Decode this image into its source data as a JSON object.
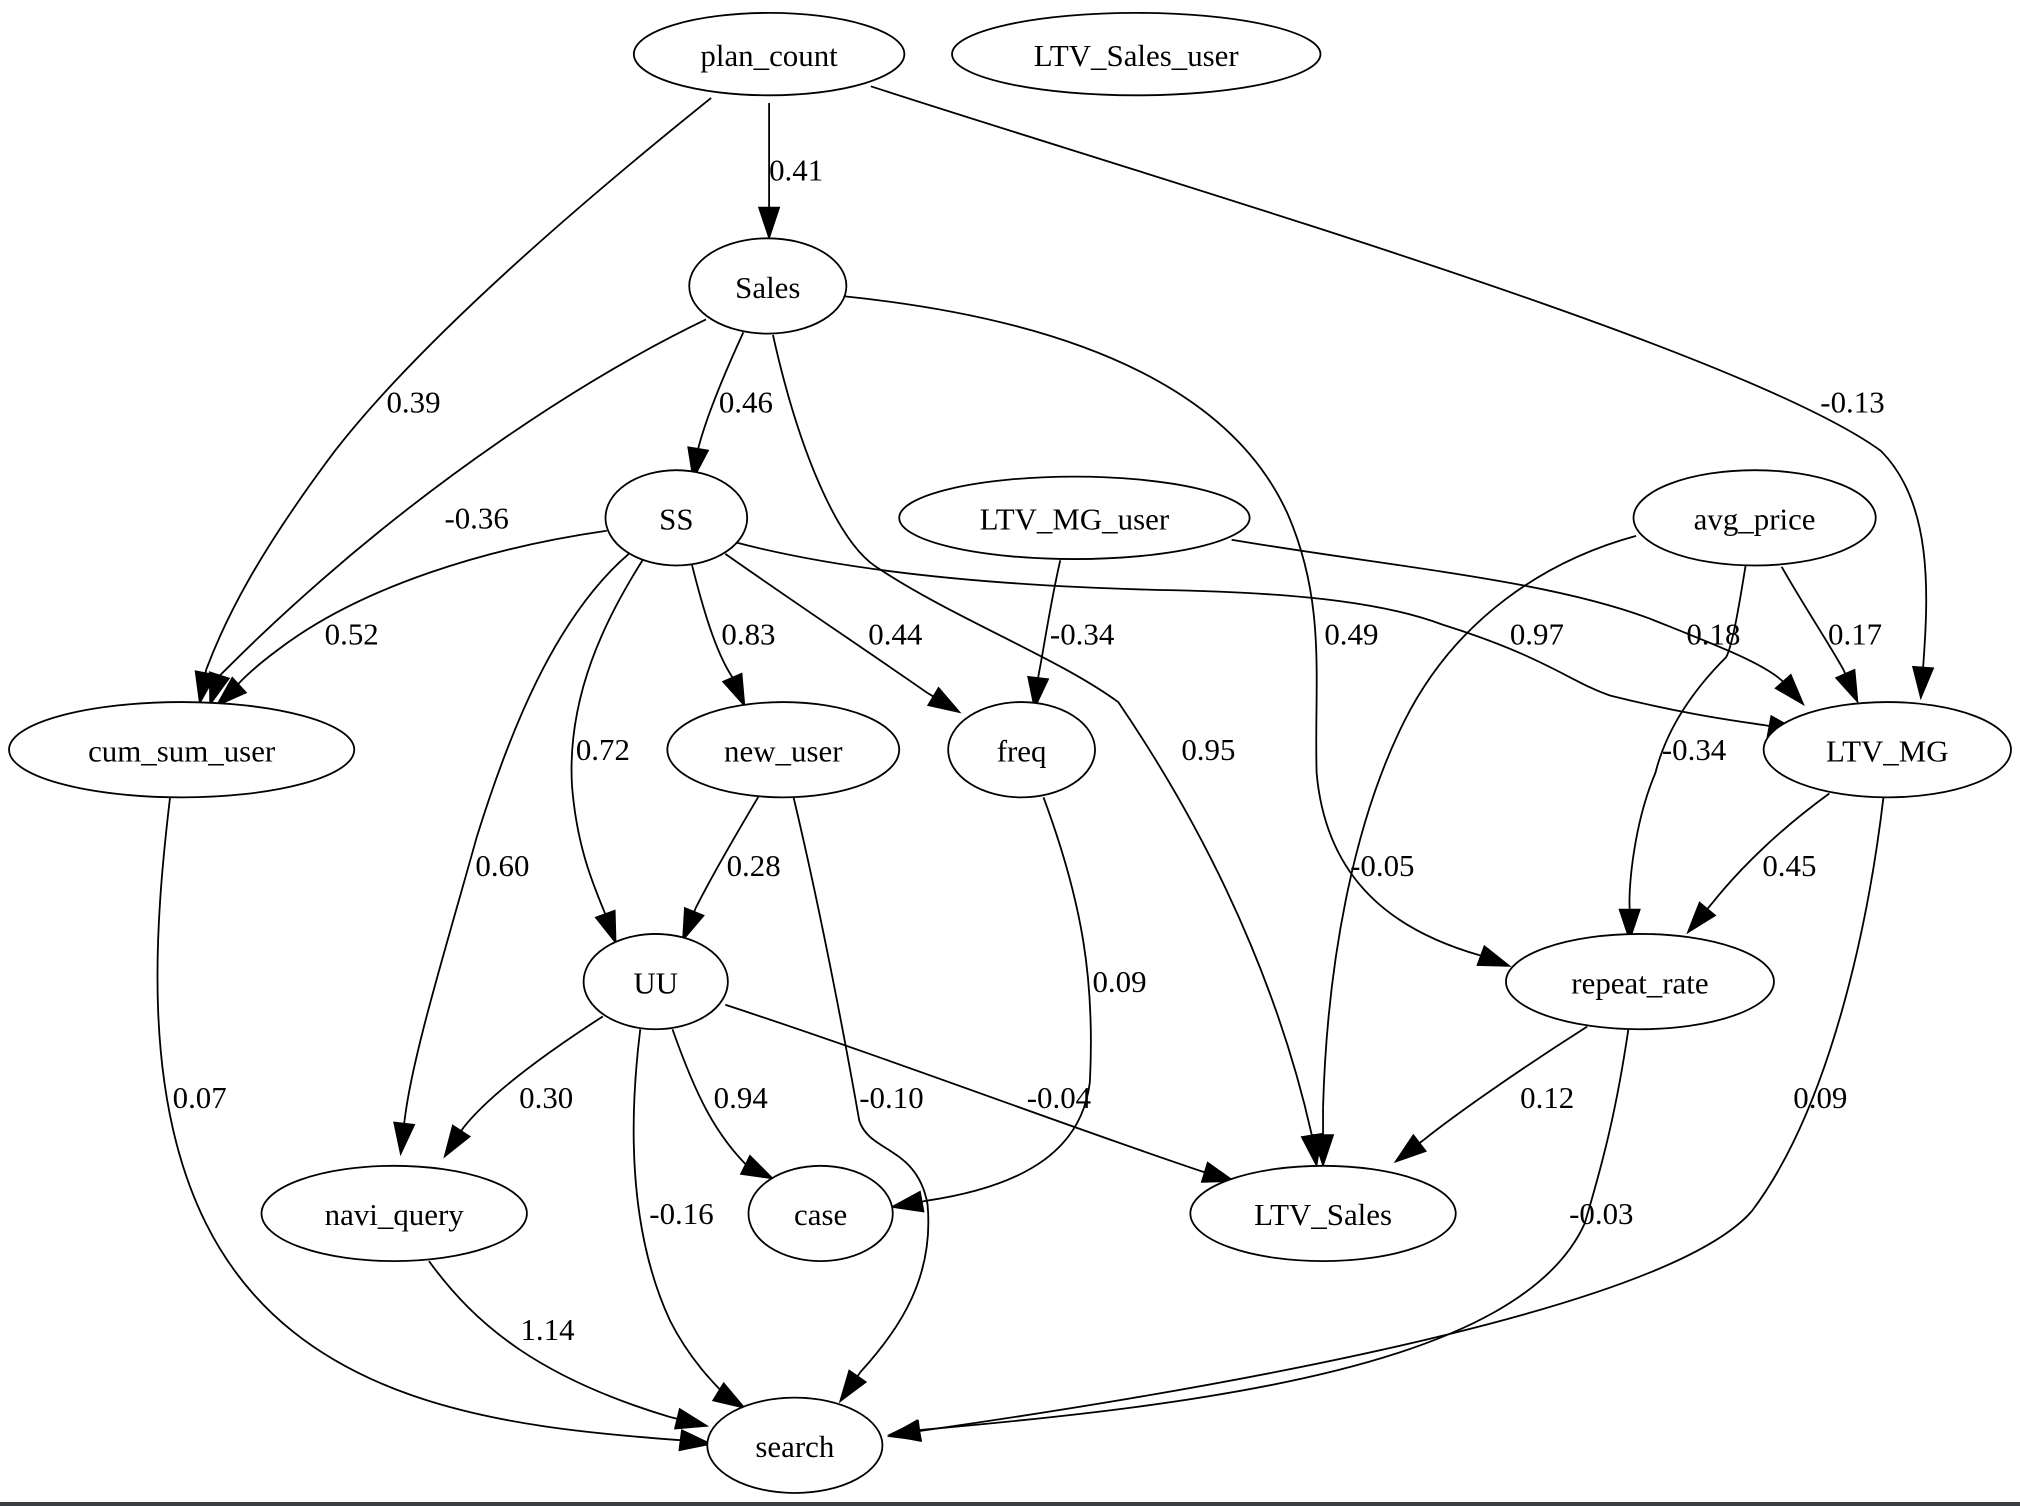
{
  "diagram": {
    "type": "directed-graph",
    "nodes": [
      {
        "id": "plan_count",
        "label": "plan_count"
      },
      {
        "id": "LTV_Sales_user",
        "label": "LTV_Sales_user"
      },
      {
        "id": "Sales",
        "label": "Sales"
      },
      {
        "id": "SS",
        "label": "SS"
      },
      {
        "id": "LTV_MG_user",
        "label": "LTV_MG_user"
      },
      {
        "id": "avg_price",
        "label": "avg_price"
      },
      {
        "id": "cum_sum_user",
        "label": "cum_sum_user"
      },
      {
        "id": "new_user",
        "label": "new_user"
      },
      {
        "id": "freq",
        "label": "freq"
      },
      {
        "id": "LTV_MG",
        "label": "LTV_MG"
      },
      {
        "id": "UU",
        "label": "UU"
      },
      {
        "id": "repeat_rate",
        "label": "repeat_rate"
      },
      {
        "id": "navi_query",
        "label": "navi_query"
      },
      {
        "id": "case",
        "label": "case"
      },
      {
        "id": "LTV_Sales",
        "label": "LTV_Sales"
      },
      {
        "id": "search",
        "label": "search"
      }
    ],
    "edges": [
      {
        "from": "plan_count",
        "to": "Sales",
        "weight": "0.41"
      },
      {
        "from": "plan_count",
        "to": "cum_sum_user",
        "weight": "0.39"
      },
      {
        "from": "plan_count",
        "to": "LTV_MG",
        "weight": "-0.13"
      },
      {
        "from": "Sales",
        "to": "SS",
        "weight": "0.46"
      },
      {
        "from": "Sales",
        "to": "cum_sum_user",
        "weight": "-0.36"
      },
      {
        "from": "Sales",
        "to": "LTV_Sales",
        "weight": "0.95"
      },
      {
        "from": "Sales",
        "to": "repeat_rate",
        "weight": "0.49"
      },
      {
        "from": "SS",
        "to": "cum_sum_user",
        "weight": "0.52"
      },
      {
        "from": "SS",
        "to": "new_user",
        "weight": "0.83"
      },
      {
        "from": "SS",
        "to": "freq",
        "weight": "0.44"
      },
      {
        "from": "SS",
        "to": "UU",
        "weight": "0.72"
      },
      {
        "from": "SS",
        "to": "navi_query",
        "weight": "0.60"
      },
      {
        "from": "SS",
        "to": "LTV_MG",
        "weight": "0.97"
      },
      {
        "from": "LTV_MG_user",
        "to": "freq",
        "weight": "-0.34"
      },
      {
        "from": "LTV_MG_user",
        "to": "LTV_MG",
        "weight": "0.18"
      },
      {
        "from": "avg_price",
        "to": "LTV_MG",
        "weight": "0.17"
      },
      {
        "from": "avg_price",
        "to": "repeat_rate",
        "weight": "-0.34"
      },
      {
        "from": "avg_price",
        "to": "LTV_Sales",
        "weight": "-0.05"
      },
      {
        "from": "new_user",
        "to": "UU",
        "weight": "0.28"
      },
      {
        "from": "new_user",
        "to": "search",
        "weight": "-0.10"
      },
      {
        "from": "freq",
        "to": "case",
        "weight": "0.09"
      },
      {
        "from": "LTV_MG",
        "to": "repeat_rate",
        "weight": "0.45"
      },
      {
        "from": "LTV_MG",
        "to": "search",
        "weight": "0.09"
      },
      {
        "from": "cum_sum_user",
        "to": "search",
        "weight": "0.07"
      },
      {
        "from": "UU",
        "to": "navi_query",
        "weight": "0.30"
      },
      {
        "from": "UU",
        "to": "case",
        "weight": "0.94"
      },
      {
        "from": "UU",
        "to": "search",
        "weight": "-0.16"
      },
      {
        "from": "UU",
        "to": "LTV_Sales",
        "weight": "-0.04"
      },
      {
        "from": "repeat_rate",
        "to": "LTV_Sales",
        "weight": "0.12"
      },
      {
        "from": "repeat_rate",
        "to": "search",
        "weight": "-0.03"
      },
      {
        "from": "navi_query",
        "to": "search",
        "weight": "1.14"
      }
    ]
  }
}
